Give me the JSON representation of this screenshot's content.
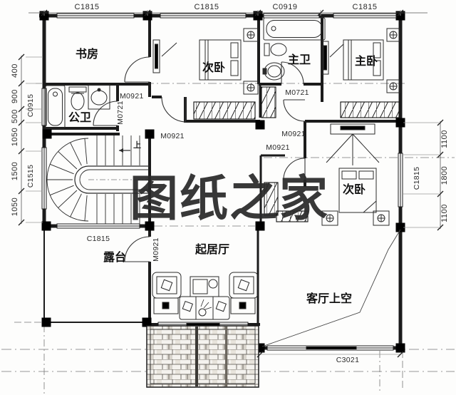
{
  "labels": {
    "rooms": {
      "study": "书房",
      "pub_bath": "公卫",
      "bed_top": "次卧",
      "m_bath": "主卫",
      "m_bed": "主卧",
      "bed_right": "次卧",
      "living": "起居厅",
      "terrace": "露台",
      "void_above": "客厅上空"
    },
    "windows": {
      "c1815": "C1815",
      "c0919": "C0919",
      "c0915": "C0915",
      "c1515": "C1515",
      "c3021": "C3021"
    },
    "doors": {
      "m0921": "M0921",
      "m0721": "M0721"
    },
    "stair_up": "上",
    "dims": {
      "left": [
        "400",
        "900",
        "500",
        "1050",
        "1500",
        "1050"
      ],
      "right": [
        "1100",
        "1800",
        "1100"
      ]
    }
  },
  "watermark": {
    "text": "图纸之家",
    "color": "#e5382c"
  }
}
